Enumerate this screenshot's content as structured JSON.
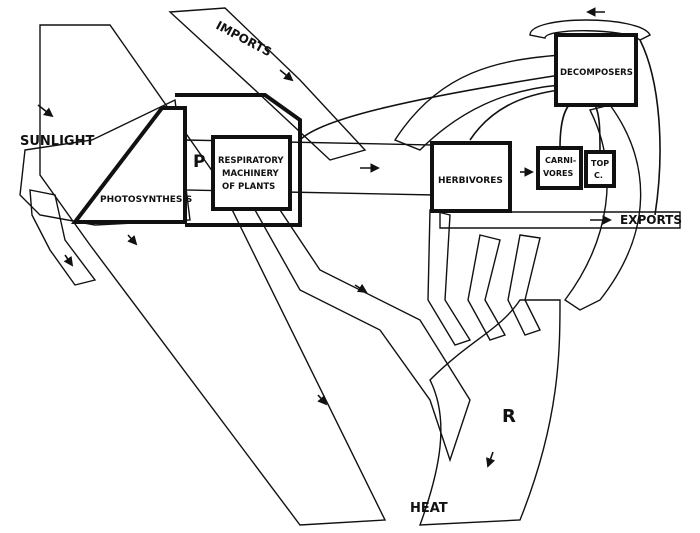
{
  "labels": {
    "sunlight": "SUNLIGHT",
    "imports": "IMPORTS",
    "exports": "EXPORTS",
    "heat": "HEAT",
    "p": "P",
    "r": "R"
  },
  "nodes": {
    "photosynthesis": "PHOTOSYNTHESIS",
    "respiratory": [
      "RESPIRATORY",
      "MACHINERY",
      "OF PLANTS"
    ],
    "herbivores": "HERBIVORES",
    "carnivores": [
      "CARNI-",
      "VORES"
    ],
    "top_carnivores": [
      "TOP",
      "C."
    ],
    "decomposers": "DECOMPOSERS"
  },
  "colors": {
    "ink": "#111111",
    "paper": "#ffffff"
  }
}
